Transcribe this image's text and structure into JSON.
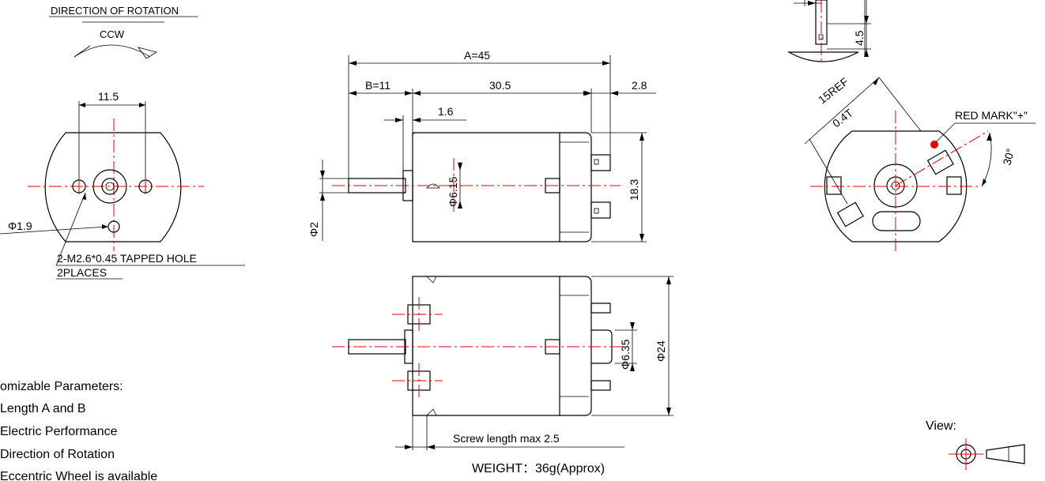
{
  "rotation": {
    "title": "DIRECTION OF ROTATION",
    "direction": "CCW"
  },
  "front_view": {
    "dim_hole_spacing": "11.5",
    "dim_hole_dia": "Φ1.9",
    "tapped_hole_note": "2-M2.6*0.45 TAPPED HOLE",
    "tapped_hole_places": "2PLACES"
  },
  "side_view": {
    "dim_A": "A=45",
    "dim_B": "B=11",
    "dim_body": "30.5",
    "dim_terminal": "2.8",
    "dim_flange": "1.6",
    "dim_shaft_dia": "Φ2",
    "dim_boss_dia": "Φ6.15",
    "dim_height": "18.3"
  },
  "top_view": {
    "dim_boss_dia": "Φ6.35",
    "dim_width": "Φ24",
    "screw_note": "Screw length max 2.5",
    "weight": "WEIGHT：36g(Approx)"
  },
  "rear_view": {
    "dim_terminal_height": "4.5",
    "dim_ref": "15REF",
    "dim_thickness": "0.4T",
    "red_mark": "RED MARK\"+\"",
    "angle": "30°",
    "red_mark_color": "#e60000"
  },
  "view_label": "View:",
  "parameters": {
    "heading": "omizable Parameters:",
    "items": [
      "Length A and B",
      "Electric Performance",
      "Direction of Rotation",
      "Eccentric Wheel is available"
    ]
  }
}
